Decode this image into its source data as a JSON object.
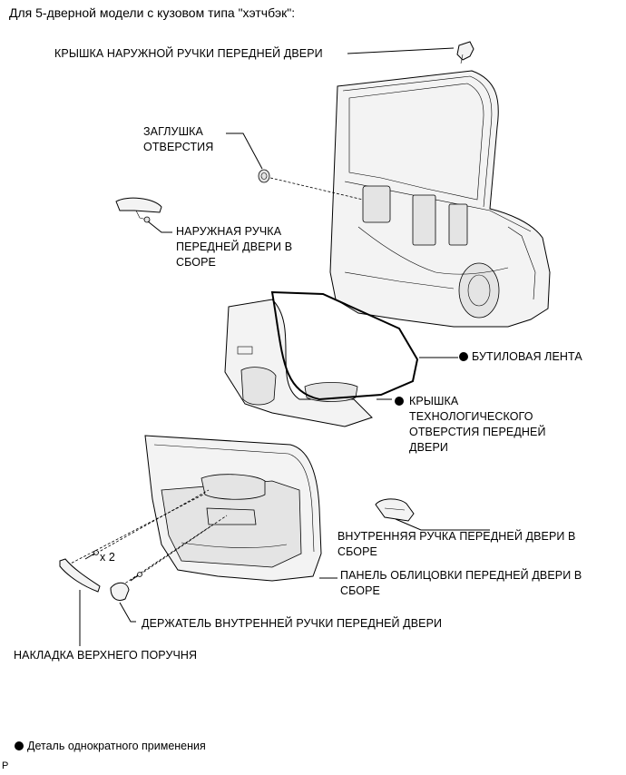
{
  "title": "Для 5-дверной модели с кузовом типа \"хэтчбэк\":",
  "labels": {
    "outer_handle_cover": "КРЫШКА НАРУЖНОЙ РУЧКИ ПЕРЕДНЕЙ ДВЕРИ",
    "hole_plug": "ЗАГЛУШКА\nОТВЕРСТИЯ",
    "outer_handle_assy": "НАРУЖНАЯ РУЧКА\nПЕРЕДНЕЙ ДВЕРИ В\nСБОРЕ",
    "butyl_tape": "БУТИЛОВАЯ ЛЕНТА",
    "service_hole_cover": "КРЫШКА\nТЕХНОЛОГИЧЕСКОГО\nОТВЕРСТИЯ ПЕРЕДНЕЙ\nДВЕРИ",
    "inner_handle_assy": "ВНУТРЕННЯЯ РУЧКА ПЕРЕДНЕЙ ДВЕРИ В\nСБОРЕ",
    "trim_panel_assy": "ПАНЕЛЬ ОБЛИЦОВКИ ПЕРЕДНЕЙ ДВЕРИ В\nСБОРЕ",
    "inner_handle_bezel": "ДЕРЖАТЕЛЬ ВНУТРЕННЕЙ РУЧКИ ПЕРЕДНЕЙ ДВЕРИ",
    "armrest_cover": "НАКЛАДКА ВЕРХНЕГО ПОРУЧНЯ",
    "screw_qty": "x 2"
  },
  "legend": {
    "text": "Деталь однократного применения"
  },
  "figure_code": "P"
}
